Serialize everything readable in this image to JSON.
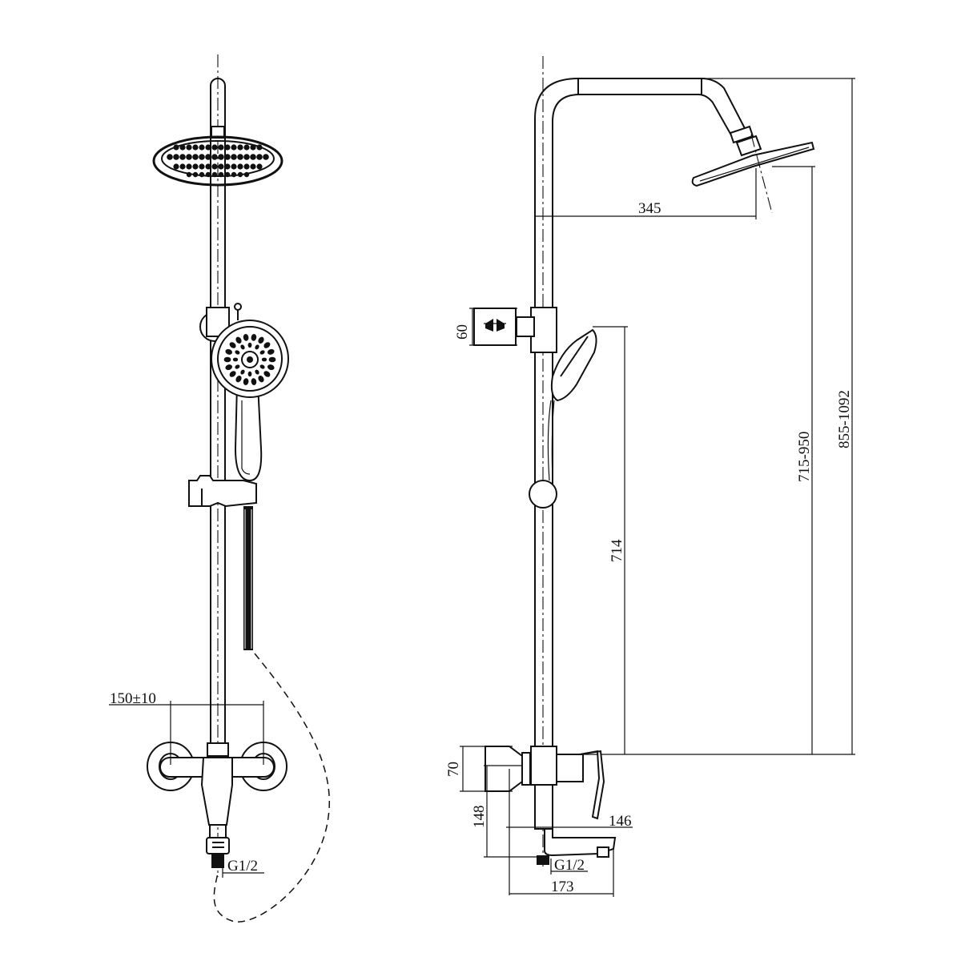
{
  "dimensions": {
    "valve_center_spacing": "150±10",
    "inlet_thread_front": "G1/2",
    "overhead_reach": "345",
    "slider_height": "60",
    "handshower_height": "714",
    "overhead_height_range": "715-950",
    "overall_height_range": "855-1092",
    "valve_body_height": "70",
    "spout_height": "148",
    "lever_depth": "146",
    "inlet_thread_side": "G1/2",
    "spout_projection": "173"
  }
}
